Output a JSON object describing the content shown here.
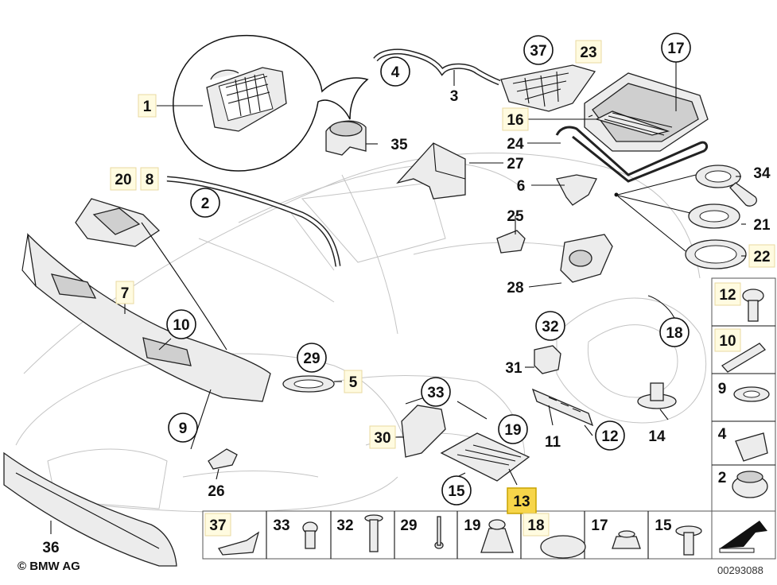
{
  "diagram": {
    "image_number": "00293088",
    "copyright": "© BMW AG",
    "callouts": [
      {
        "id": "c1",
        "label": "1"
      },
      {
        "id": "c2",
        "label": "2"
      },
      {
        "id": "c3",
        "label": "3"
      },
      {
        "id": "c4",
        "label": "4"
      },
      {
        "id": "c5",
        "label": "5"
      },
      {
        "id": "c6",
        "label": "6"
      },
      {
        "id": "c7",
        "label": "7"
      },
      {
        "id": "c8",
        "label": "8"
      },
      {
        "id": "c9",
        "label": "9"
      },
      {
        "id": "c10",
        "label": "10"
      },
      {
        "id": "c11",
        "label": "11"
      },
      {
        "id": "c12",
        "label": "12"
      },
      {
        "id": "c13",
        "label": "13"
      },
      {
        "id": "c14",
        "label": "14"
      },
      {
        "id": "c15",
        "label": "15"
      },
      {
        "id": "c16",
        "label": "16"
      },
      {
        "id": "c17",
        "label": "17"
      },
      {
        "id": "c18",
        "label": "18"
      },
      {
        "id": "c19",
        "label": "19"
      },
      {
        "id": "c20",
        "label": "20"
      },
      {
        "id": "c21",
        "label": "21"
      },
      {
        "id": "c22",
        "label": "22"
      },
      {
        "id": "c23",
        "label": "23"
      },
      {
        "id": "c24",
        "label": "24"
      },
      {
        "id": "c25",
        "label": "25"
      },
      {
        "id": "c26",
        "label": "26"
      },
      {
        "id": "c27",
        "label": "27"
      },
      {
        "id": "c28",
        "label": "28"
      },
      {
        "id": "c29",
        "label": "29"
      },
      {
        "id": "c30",
        "label": "30"
      },
      {
        "id": "c31",
        "label": "31"
      },
      {
        "id": "c32",
        "label": "32"
      },
      {
        "id": "c33",
        "label": "33"
      },
      {
        "id": "c34",
        "label": "34"
      },
      {
        "id": "c35",
        "label": "35"
      },
      {
        "id": "c36",
        "label": "36"
      },
      {
        "id": "c37",
        "label": "37"
      }
    ],
    "right_column": [
      "12",
      "10",
      "9",
      "4",
      "2"
    ],
    "bottom_row": [
      "37",
      "33",
      "32",
      "29",
      "19",
      "18",
      "17",
      "15"
    ],
    "highlighted": "13"
  }
}
